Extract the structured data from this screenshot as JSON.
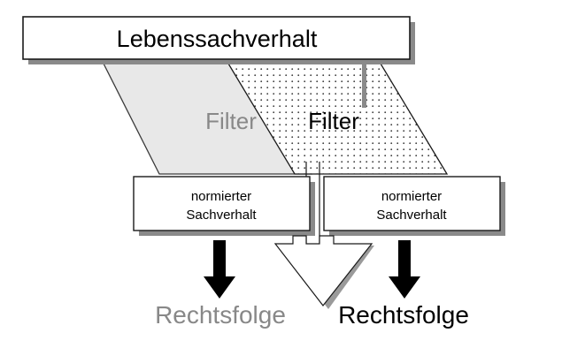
{
  "diagram": {
    "title": "Lebenssachverhalt",
    "nodes": {
      "source": {
        "label": "Lebenssachverhalt"
      },
      "filter_left": {
        "label": "Filter",
        "color": "#808080",
        "fill": "#e8e8e8",
        "style": "solid-gray"
      },
      "filter_right": {
        "label": "Filter",
        "color": "#000000",
        "fill": "#ffffff",
        "style": "dotted"
      },
      "normalized_left": {
        "line1": "normierter",
        "line2": "Sachverhalt"
      },
      "normalized_right": {
        "line1": "normierter",
        "line2": "Sachverhalt"
      },
      "outcome_left": {
        "label": "Rechtsfolge",
        "color": "#808080"
      },
      "outcome_right": {
        "label": "Rechtsfolge",
        "color": "#000000"
      }
    },
    "colors": {
      "stroke": "#000000",
      "shadow": "#808080",
      "box_fill": "#ffffff",
      "funnel_gray_fill": "#e8e8e8",
      "accent_gray": "#808080",
      "arrow_black": "#000000",
      "arrow_white_fill": "#ffffff"
    }
  }
}
